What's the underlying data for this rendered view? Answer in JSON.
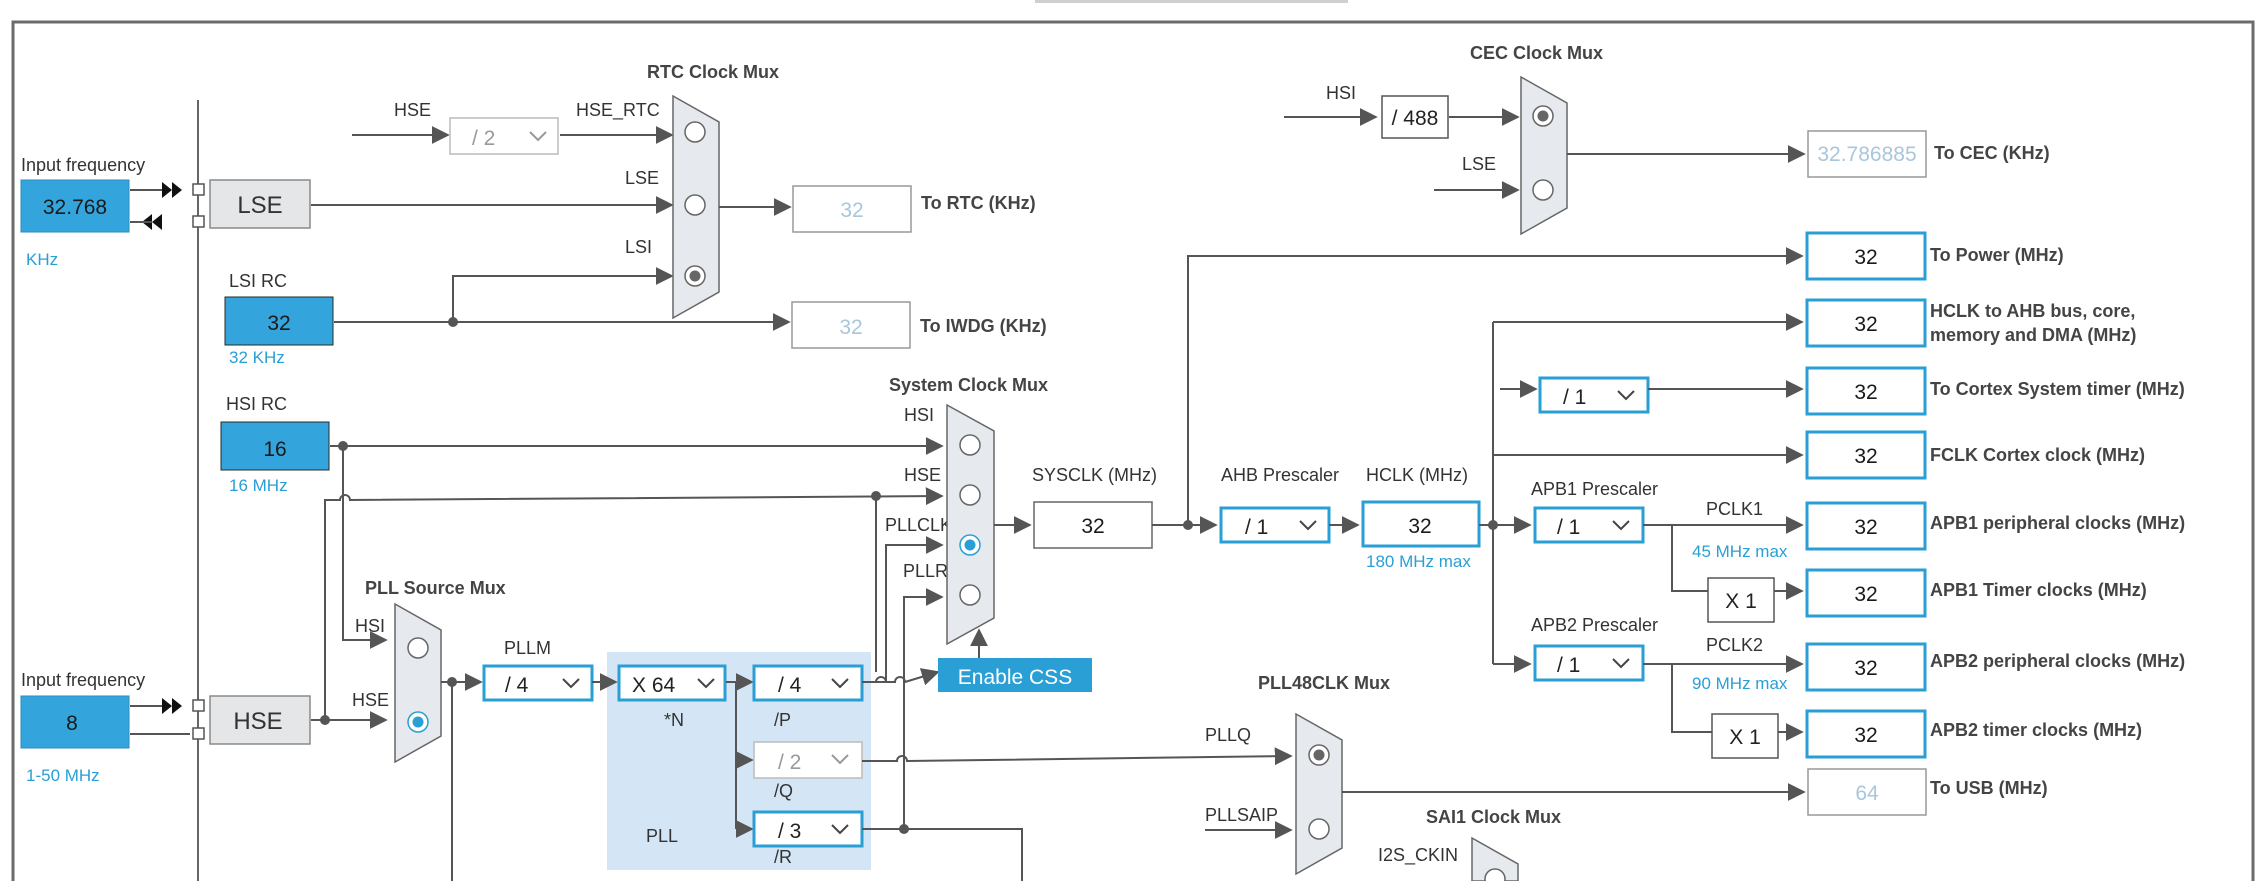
{
  "inputs": {
    "lse_input_label": "Input frequency",
    "lse_input_value": "32.768",
    "lse_unit": "KHz",
    "lsi_label": "LSI RC",
    "lsi_value": "32",
    "lsi_unit": "32 KHz",
    "hsi_label": "HSI RC",
    "hsi_value": "16",
    "hsi_unit": "16 MHz",
    "hse_input_label": "Input frequency",
    "hse_input_value": "8",
    "hse_unit": "1-50 MHz"
  },
  "sources": {
    "lse": "LSE",
    "hse": "HSE"
  },
  "rtc": {
    "title": "RTC Clock Mux",
    "hse": "HSE",
    "div": "/ 2",
    "hse_rtc": "HSE_RTC",
    "lse": "LSE",
    "lsi": "LSI",
    "out_value": "32",
    "out_label": "To RTC (KHz)",
    "iwdg_value": "32",
    "iwdg_label": "To IWDG (KHz)"
  },
  "cec": {
    "title": "CEC Clock Mux",
    "hsi": "HSI",
    "div": "/ 488",
    "lse": "LSE",
    "out_value": "32.786885",
    "out_label": "To CEC (KHz)"
  },
  "pll_src": {
    "title": "PLL Source Mux",
    "hsi": "HSI",
    "hse": "HSE"
  },
  "pll": {
    "pllm_label": "PLLM",
    "pllm": "/ 4",
    "muln": "X 64",
    "n_label": "*N",
    "divp": "/ 4",
    "p_label": "/P",
    "divq": "/ 2",
    "q_label": "/Q",
    "divr": "/ 3",
    "r_label": "/R",
    "title": "PLL"
  },
  "sysmux": {
    "title": "System Clock Mux",
    "hsi": "HSI",
    "hse": "HSE",
    "pllclk": "PLLCLK",
    "pllr": "PLLR",
    "css_button": "Enable CSS",
    "sysclk_label": "SYSCLK (MHz)",
    "sysclk_value": "32"
  },
  "ahb": {
    "prescaler_label": "AHB Prescaler",
    "prescaler": "/ 1",
    "hclk_label": "HCLK (MHz)",
    "hclk_value": "32",
    "hclk_max": "180 MHz max"
  },
  "cortex_div": "/ 1",
  "apb1": {
    "prescaler_label": "APB1 Prescaler",
    "prescaler": "/ 1",
    "pclk_label": "PCLK1",
    "pclk_max": "45 MHz max",
    "timer_mul": "X 1"
  },
  "apb2": {
    "prescaler_label": "APB2 Prescaler",
    "prescaler": "/ 1",
    "pclk_label": "PCLK2",
    "pclk_max": "90 MHz max",
    "timer_mul": "X 1"
  },
  "pll48": {
    "title": "PLL48CLK Mux",
    "pllq": "PLLQ",
    "pllsaip": "PLLSAIP"
  },
  "sai1": {
    "title": "SAI1 Clock Mux",
    "i2s": "I2S_CKIN"
  },
  "outputs": [
    {
      "value": "32",
      "label": "To Power (MHz)"
    },
    {
      "value": "32",
      "label": "HCLK to AHB bus, core,",
      "label2": "memory and DMA (MHz)"
    },
    {
      "value": "32",
      "label": "To Cortex System timer (MHz)"
    },
    {
      "value": "32",
      "label": "FCLK Cortex clock (MHz)"
    },
    {
      "value": "32",
      "label": "APB1 peripheral clocks (MHz)"
    },
    {
      "value": "32",
      "label": "APB1 Timer clocks (MHz)"
    },
    {
      "value": "32",
      "label": "APB2 peripheral clocks (MHz)"
    },
    {
      "value": "32",
      "label": "APB2 timer clocks (MHz)"
    },
    {
      "value": "64",
      "label": "To USB (MHz)"
    }
  ],
  "colors": {
    "input_fill": "#34a4dc",
    "accent_blue": "#2a9fd6",
    "pll_region": "#d4e6f5",
    "css_button": "#2a9fd6"
  }
}
